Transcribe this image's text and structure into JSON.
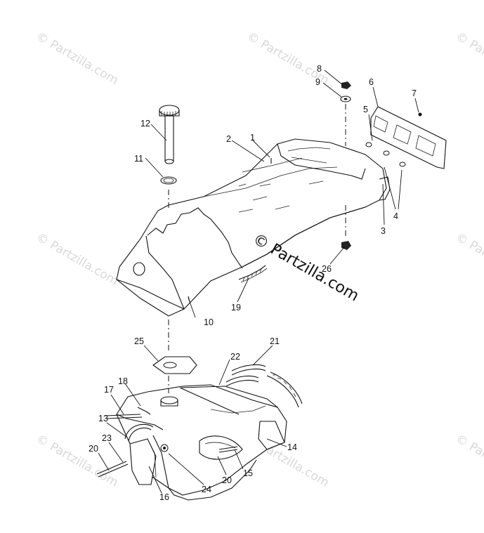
{
  "watermark": {
    "text": "© Partzilla.com",
    "center_text": "© Partzilla.com"
  },
  "callouts": {
    "c1": "1",
    "c2": "2",
    "c3": "3",
    "c4": "4",
    "c5": "5",
    "c6": "6",
    "c7": "7",
    "c8": "8",
    "c9": "9",
    "c10": "10",
    "c11": "11",
    "c12": "12",
    "c13": "13",
    "c14": "14",
    "c15": "15",
    "c16": "16",
    "c17": "17",
    "c18": "18",
    "c19": "19",
    "c20a": "20",
    "c20b": "20",
    "c21": "21",
    "c22": "22",
    "c23": "23",
    "c24": "24",
    "c25": "25",
    "c26": "26"
  }
}
